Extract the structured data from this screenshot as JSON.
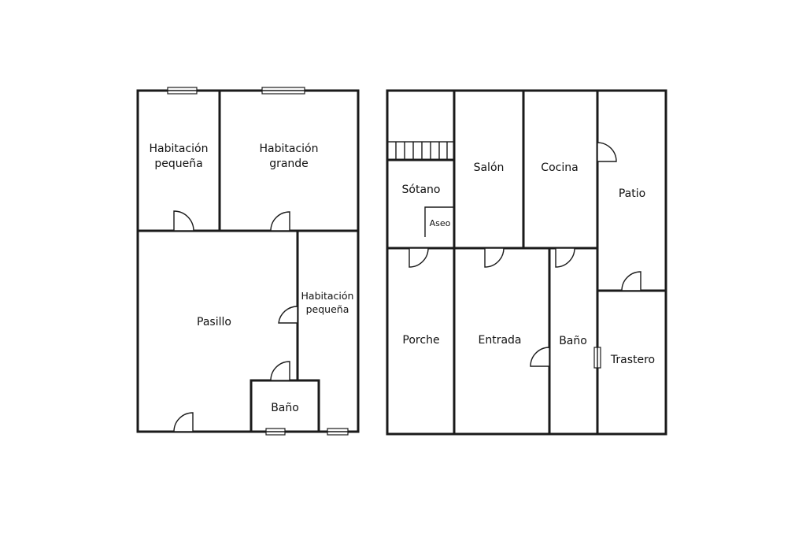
{
  "floors": {
    "upper": {
      "rooms": {
        "hab_pequena_1": [
          "Habitación",
          "pequeña"
        ],
        "hab_grande": [
          "Habitación",
          "grande"
        ],
        "pasillo": "Pasillo",
        "hab_pequena_2": [
          "Habitación",
          "pequeña"
        ],
        "bano": "Baño"
      }
    },
    "lower": {
      "rooms": {
        "sotano": "Sótano",
        "aseo": "Aseo",
        "salon": "Salón",
        "cocina": "Cocina",
        "patio": "Patio",
        "porche": "Porche",
        "entrada": "Entrada",
        "bano": "Baño",
        "trastero": "Trastero"
      }
    }
  }
}
